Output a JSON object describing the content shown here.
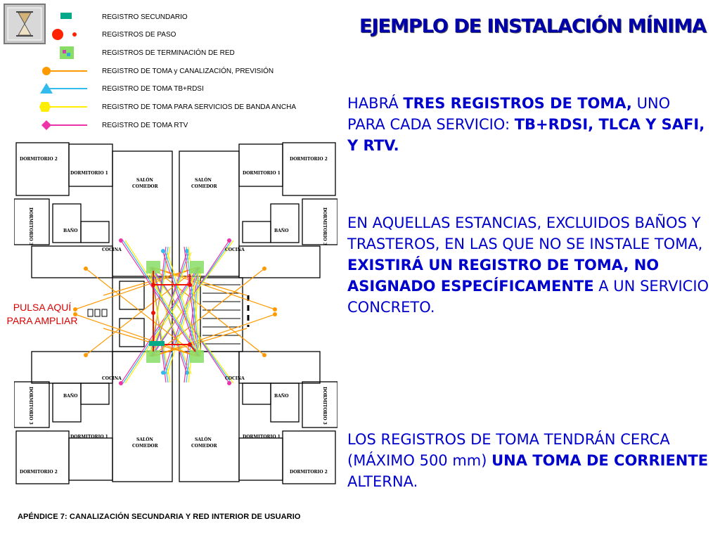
{
  "header": {
    "title": "EJEMPLO DE INSTALACIÓN MÍNIMA",
    "hourglass_icon": "hourglass-icon"
  },
  "legend": {
    "items": [
      {
        "label": "REGISTRO SECUNDARIO",
        "color": "#00aa88"
      },
      {
        "label": "REGISTROS DE PASO",
        "color": "#ff2200"
      },
      {
        "label": "REGISTROS DE TERMINACIÓN DE RED",
        "color": "#88dd66"
      },
      {
        "label": "REGISTRO DE TOMA y CANALIZACIÓN, PREVISIÓN",
        "color": "#ff9900"
      },
      {
        "label": "REGISTRO DE TOMA TB+RDSI",
        "color": "#33bbee"
      },
      {
        "label": "REGISTRO DE TOMA PARA SERVICIOS DE BANDA ANCHA",
        "color": "#ffee00"
      },
      {
        "label": "REGISTRO DE TOMA RTV",
        "color": "#ee33aa"
      }
    ]
  },
  "paragraphs": {
    "p1": {
      "t1": "HABRÁ ",
      "b1": "TRES REGISTROS DE TOMA,",
      "t2": " UNO PARA CADA SERVICIO: ",
      "b2": "TB+RDSI, TLCA Y SAFI, Y RTV."
    },
    "p2": {
      "t1": "EN AQUELLAS ESTANCIAS, EXCLUIDOS BAÑOS Y TRASTEROS, EN LAS QUE NO SE INSTALE TOMA, ",
      "b1": "EXISTIRÁ UN REGISTRO DE TOMA, NO ASIGNADO ESPECÍFICAMENTE",
      "t2": " A UN SERVICIO CONCRETO."
    },
    "p3": {
      "t1": "LOS REGISTROS DE TOMA TENDRÁN CERCA (MÁXIMO 500 mm) ",
      "b1": "UNA TOMA DE CORRIENTE",
      "t2": " ALTERNA."
    }
  },
  "link": {
    "line1": "PULSA AQUÍ",
    "line2": "PARA AMPLIAR"
  },
  "footer": {
    "text": "APÉNDICE 7: CANALIZACIÓN SECUNDARIA Y RED INTERIOR DE USUARIO"
  },
  "plan": {
    "rooms": {
      "dorm2": "DORMITORIO 2",
      "dorm1": "DORMITORIO 1",
      "dorm3": "DORMITORIO 3",
      "salon": "SALÓN",
      "comedor": "COMEDOR",
      "bano": "BAÑO",
      "cocina": "COCINA"
    }
  }
}
